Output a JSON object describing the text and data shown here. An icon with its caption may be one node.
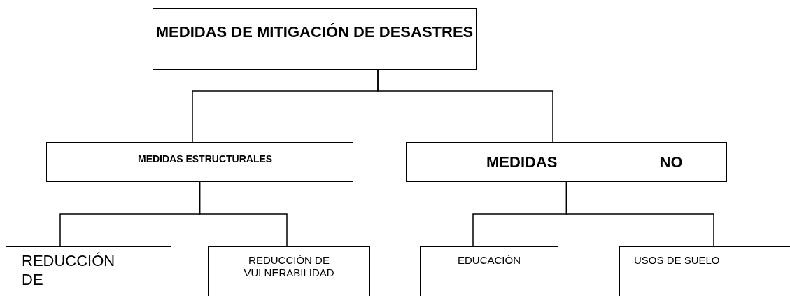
{
  "diagram": {
    "nodes": [
      {
        "text": [
          "MEDIDAS DE MITIGACIÓN DE DESASTRES"
        ]
      },
      {
        "text": [
          "MEDIDAS ESTRUCTURALES"
        ]
      },
      {
        "text": [
          "MEDIDAS NO"
        ]
      },
      {
        "text": [
          "REDUCCIÓN DE"
        ]
      },
      {
        "text": [
          "REDUCCIÓN DE VULNERABILIDAD"
        ]
      },
      {
        "text": [
          "EDUCACIÓN"
        ]
      },
      {
        "text": [
          "USOS DE SUELO"
        ]
      }
    ],
    "edges": [
      {
        "from": 0,
        "to": 1,
        "arrow": "none"
      },
      {
        "from": 0,
        "to": 2,
        "arrow": "none"
      },
      {
        "from": 1,
        "to": 3,
        "arrow": "none"
      },
      {
        "from": 1,
        "to": 4,
        "arrow": "none"
      },
      {
        "from": 2,
        "to": 5,
        "arrow": "none"
      },
      {
        "from": 2,
        "to": 6,
        "arrow": "none"
      }
    ]
  }
}
